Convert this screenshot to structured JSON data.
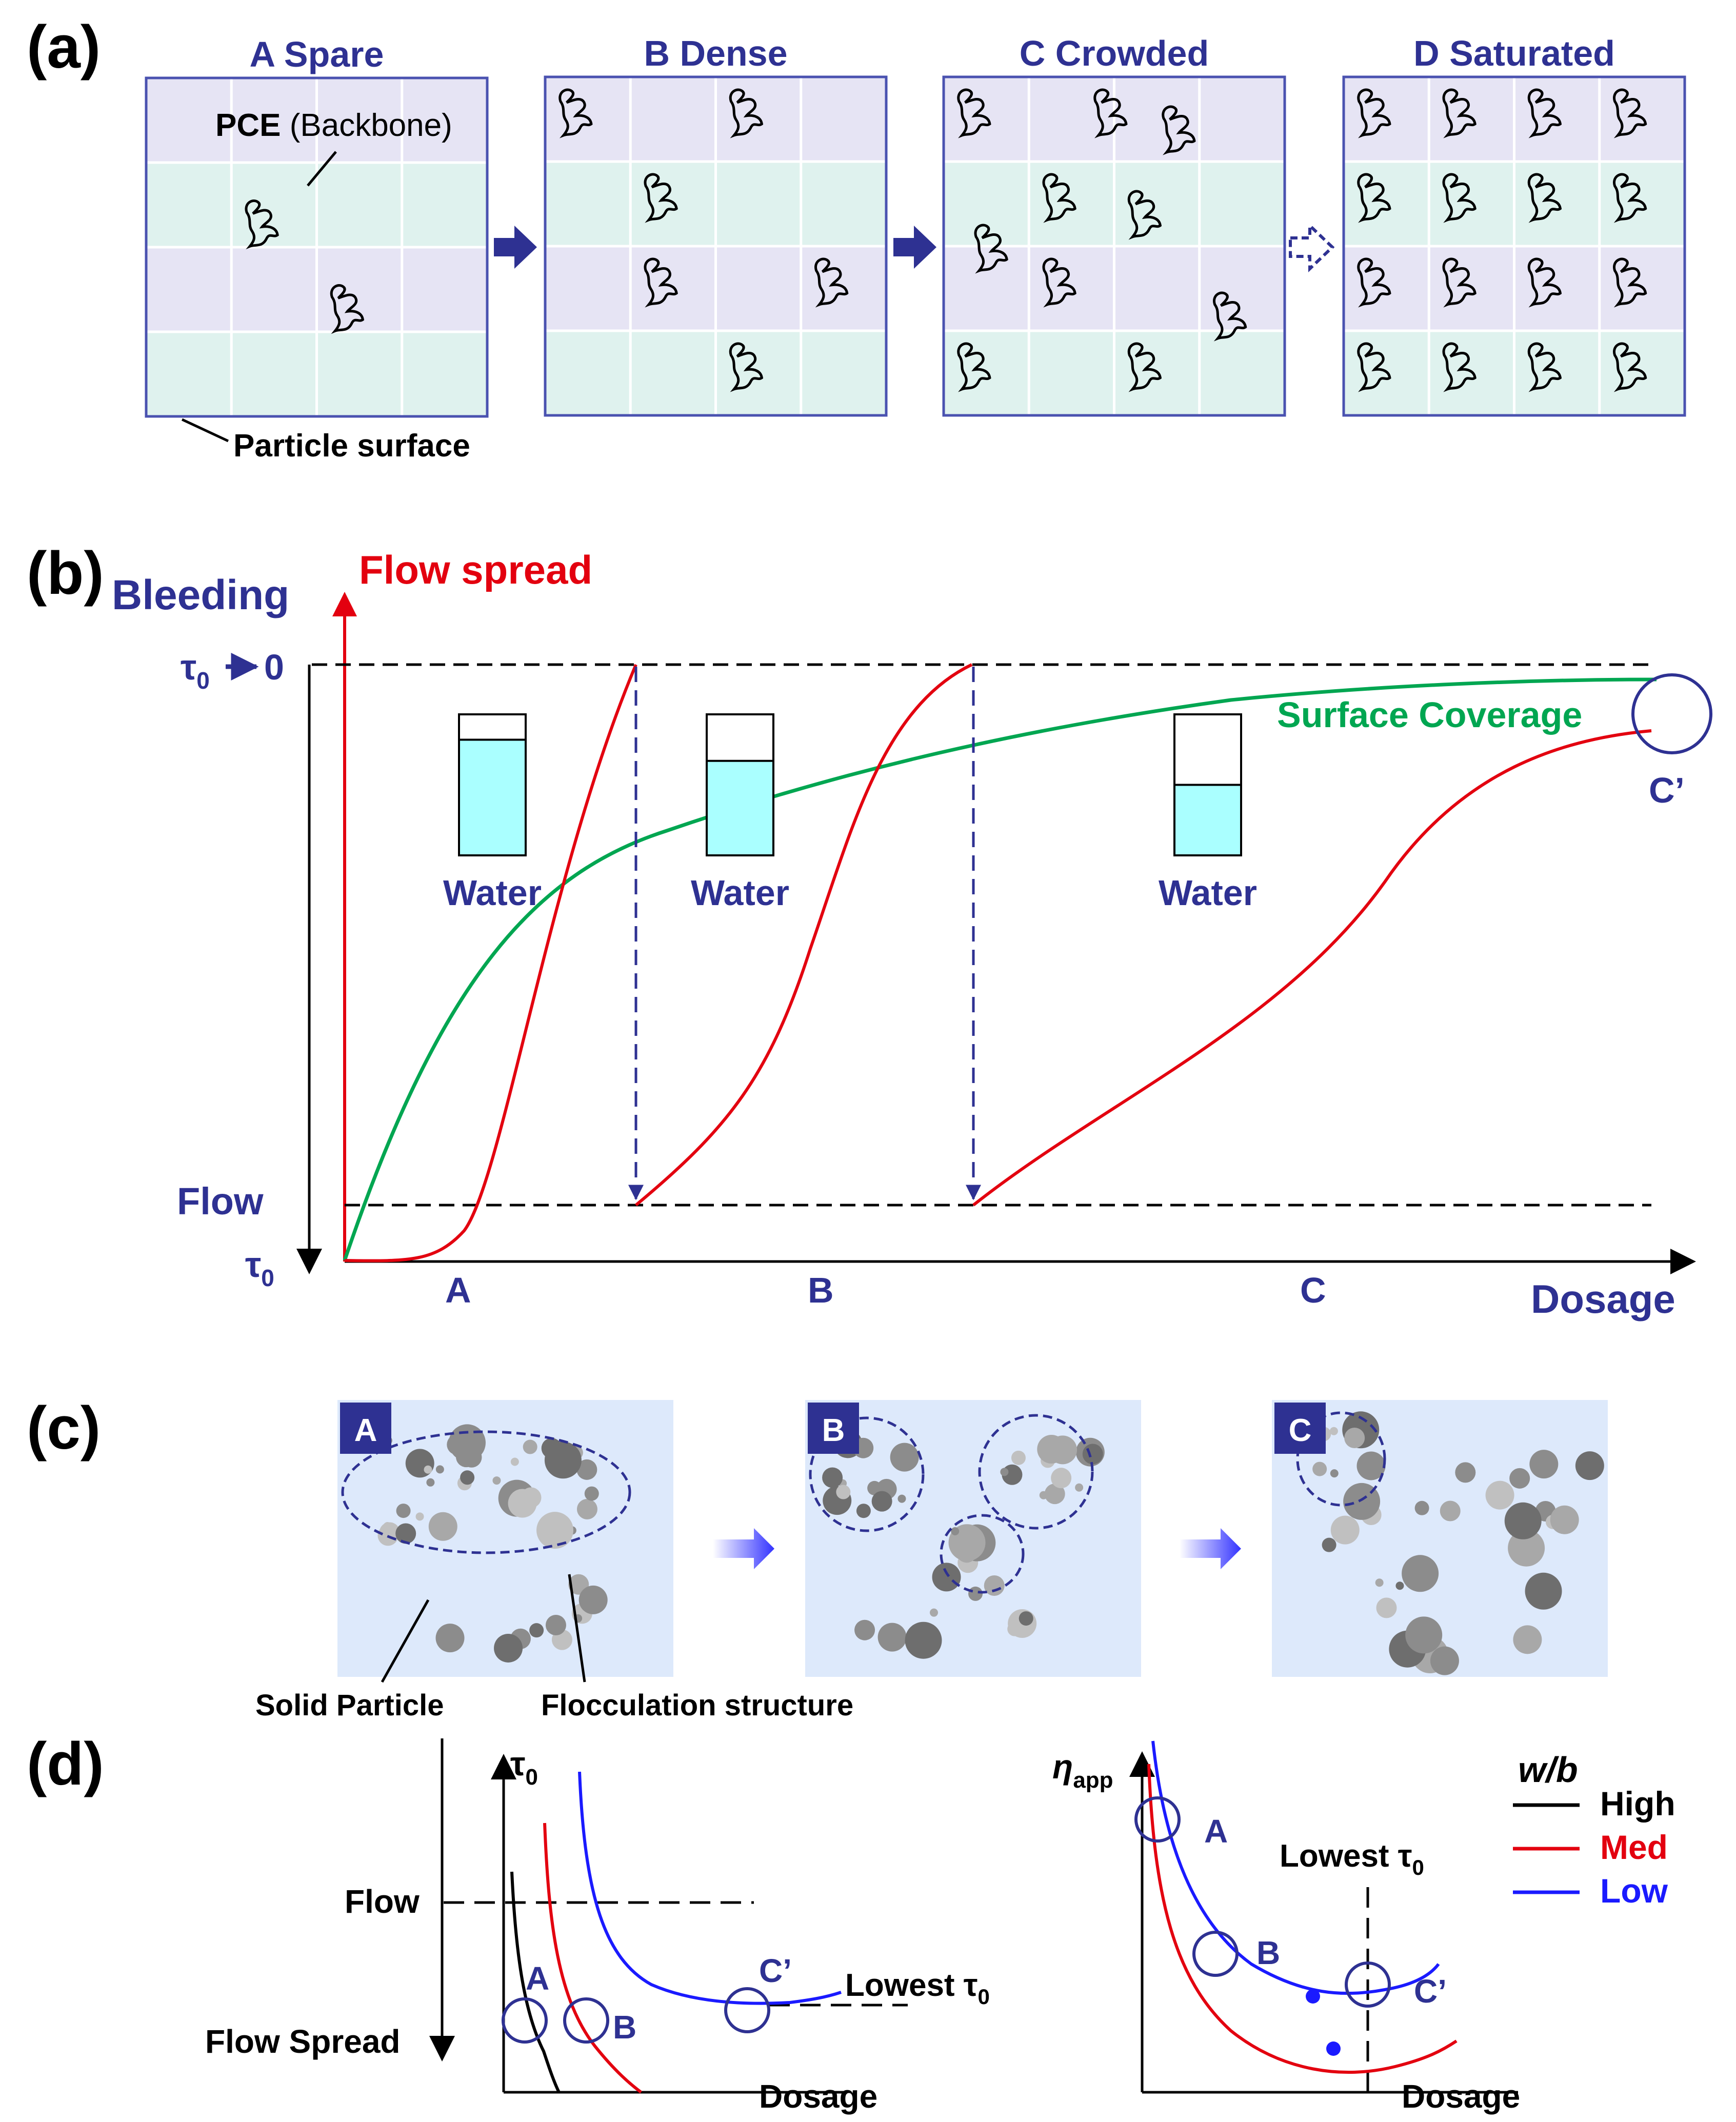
{
  "panel_a": {
    "label": "(a)",
    "states": [
      {
        "title": "A Spare"
      },
      {
        "title": "B Dense"
      },
      {
        "title": "C Crowded"
      },
      {
        "title": "D Saturated"
      }
    ],
    "pce_bold": "PCE",
    "pce_rest": " (Backbone)",
    "particle_surface": "Particle surface",
    "colors": {
      "row_purple": "#e6e4f4",
      "row_teal": "#dff2ee",
      "border": "#4a52b0",
      "arrow": "#2e3192"
    }
  },
  "panel_b": {
    "label": "(b)",
    "bleeding": "Bleeding",
    "flow_spread": "Flow spread",
    "tau_top_sym": "τ",
    "tau_top_sub": "0",
    "tau_top_arrow_zero": "0",
    "flow": "Flow",
    "tau_bottom_sym": "τ",
    "tau_bottom_sub": "0",
    "surface_coverage": "Surface Coverage",
    "c_prime": "C’",
    "water_labels": [
      "Water",
      "Water",
      "Water"
    ],
    "water_levels": [
      0.82,
      0.67,
      0.5
    ],
    "x_regions": [
      "A",
      "B",
      "C"
    ],
    "dosage": "Dosage",
    "colors": {
      "red": "#e3000f",
      "green": "#00a651",
      "blue": "#2e3192",
      "water": "#aaffff"
    }
  },
  "panel_c": {
    "label": "(c)",
    "tags": [
      "A",
      "B",
      "C"
    ],
    "solid_particle": "Solid Particle",
    "flocculation": "Flocculation structure",
    "colors": {
      "bg": "#dde9fb",
      "tag": "#2e3192"
    }
  },
  "panel_d": {
    "label": "(d)",
    "left": {
      "tau_sym": "τ",
      "tau_sub": "0",
      "flow": "Flow",
      "flow_spread": "Flow Spread",
      "dosage": "Dosage",
      "lowest_text": "Lowest τ",
      "lowest_sub": "0",
      "marker_a": "A",
      "marker_b": "B",
      "marker_c": "C’"
    },
    "right": {
      "eta_sym": "η",
      "eta_sub": "app",
      "dosage": "Dosage",
      "lowest_text": "Lowest τ",
      "lowest_sub": "0",
      "marker_a": "A",
      "marker_b": "B",
      "marker_c": "C’"
    },
    "legend": {
      "title": "w/b",
      "items": [
        {
          "label": "High",
          "color": "#000000"
        },
        {
          "label": "Med",
          "color": "#e3000f"
        },
        {
          "label": "Low",
          "color": "#1a1aff"
        }
      ]
    }
  }
}
